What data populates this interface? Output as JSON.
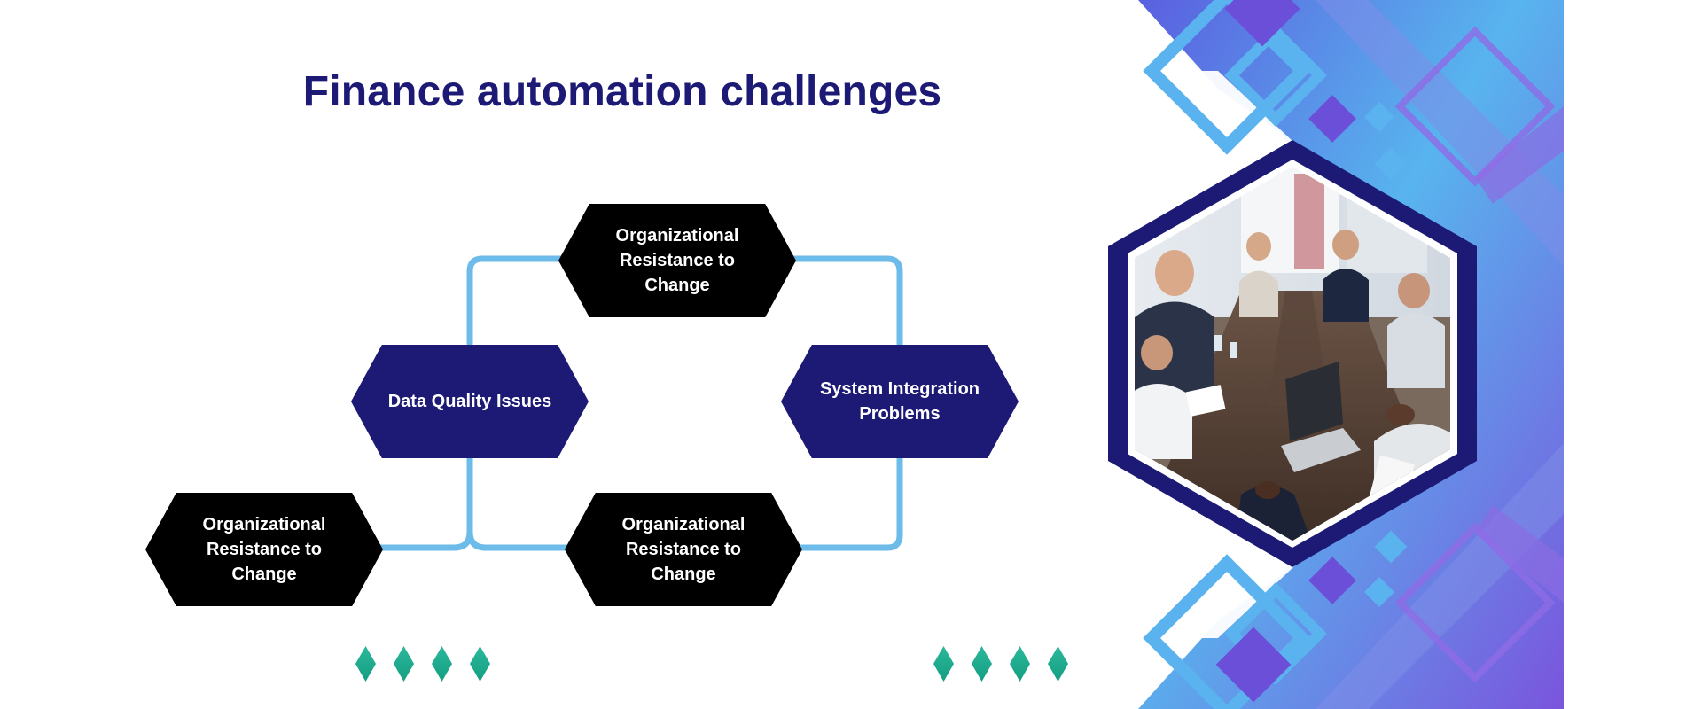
{
  "title": "Finance automation challenges",
  "nodes": {
    "top": {
      "label": "Organizational Resistance to Change"
    },
    "left": {
      "label": "Data Quality Issues"
    },
    "right": {
      "label": "System Integration Problems"
    },
    "bottom_left": {
      "label": "Organizational Resistance to Change"
    },
    "bottom_center": {
      "label": "Organizational Resistance to Change"
    }
  },
  "colors": {
    "title": "#1c1a75",
    "hex_black": "#000000",
    "hex_navy": "#1c1a75",
    "connector": "#6cbbe8",
    "diamond": "#1fa88c",
    "decor_blue": "#5aa7ee",
    "decor_purple": "#7a55dd"
  },
  "icons": {
    "photo": "business-meeting-photo",
    "decor": "diamond-decor-icon"
  }
}
